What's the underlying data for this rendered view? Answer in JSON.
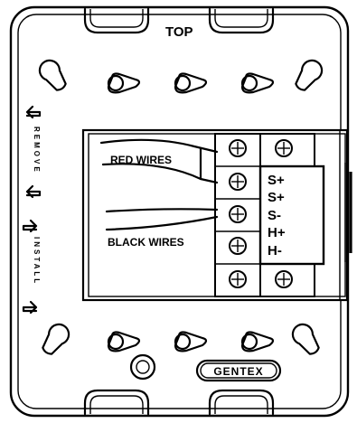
{
  "labels": {
    "top": "TOP",
    "remove": "REMOVE",
    "install": "INSTALL",
    "red_wires": "RED WIRES",
    "black_wires": "BLACK WIRES",
    "brand": "GENTEX"
  },
  "terminals": [
    "S+",
    "S+",
    "S-",
    "H+",
    "H-"
  ]
}
